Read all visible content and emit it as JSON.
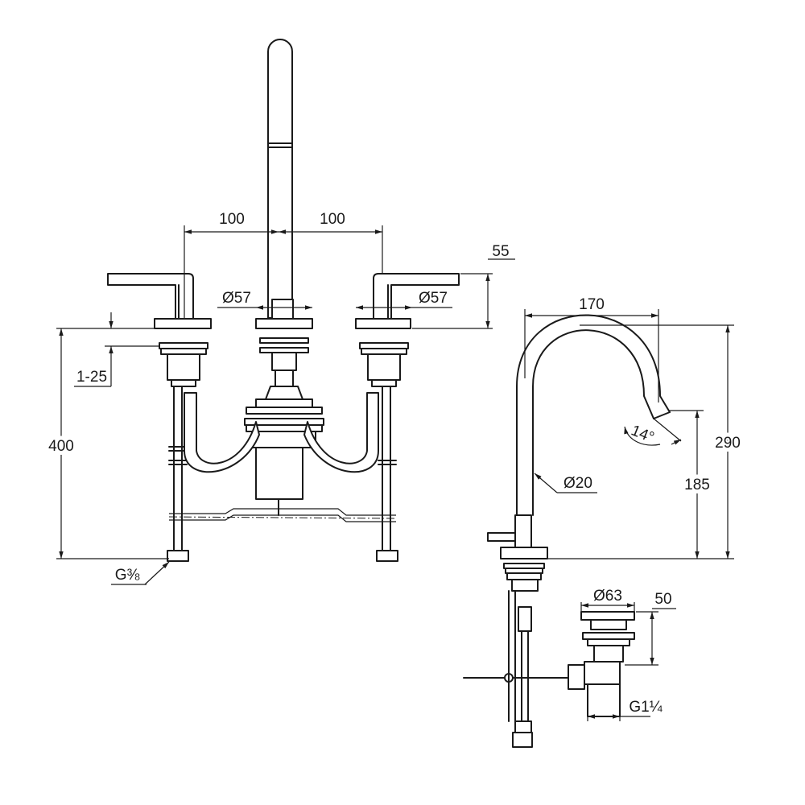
{
  "front_view": {
    "dim_spacing_left": "100",
    "dim_spacing_right": "100",
    "dim_handle_height": "55",
    "dim_spout_rosette": "Ø57",
    "dim_handle_rosette": "Ø57",
    "dim_deck_thickness": "1-25",
    "dim_total_height": "400",
    "dim_connection_thread": "G⅜"
  },
  "side_view": {
    "dim_spout_reach": "170",
    "dim_total_height": "290",
    "dim_outlet_height": "185",
    "dim_spout_tube": "Ø20",
    "dim_outlet_angle": "14°",
    "dim_waste_flange": "Ø63",
    "dim_waste_height": "50",
    "dim_waste_thread": "G1¼"
  },
  "colors": {
    "line": "#1a1a1a",
    "background": "#ffffff"
  }
}
